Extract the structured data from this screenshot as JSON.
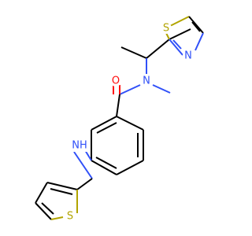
{
  "molecule": {
    "atom_labels": {
      "O": "O",
      "N_amide": "N",
      "N_thiazole": "N",
      "S_thiazole": "S",
      "NH": "NH",
      "S_thiophene": "S"
    }
  },
  "colors": {
    "carbon_bond": "#000000",
    "nitrogen": "#3050f8",
    "oxygen": "#ff0d0d",
    "sulfur": "#b2a400",
    "background": "#ffffff"
  }
}
